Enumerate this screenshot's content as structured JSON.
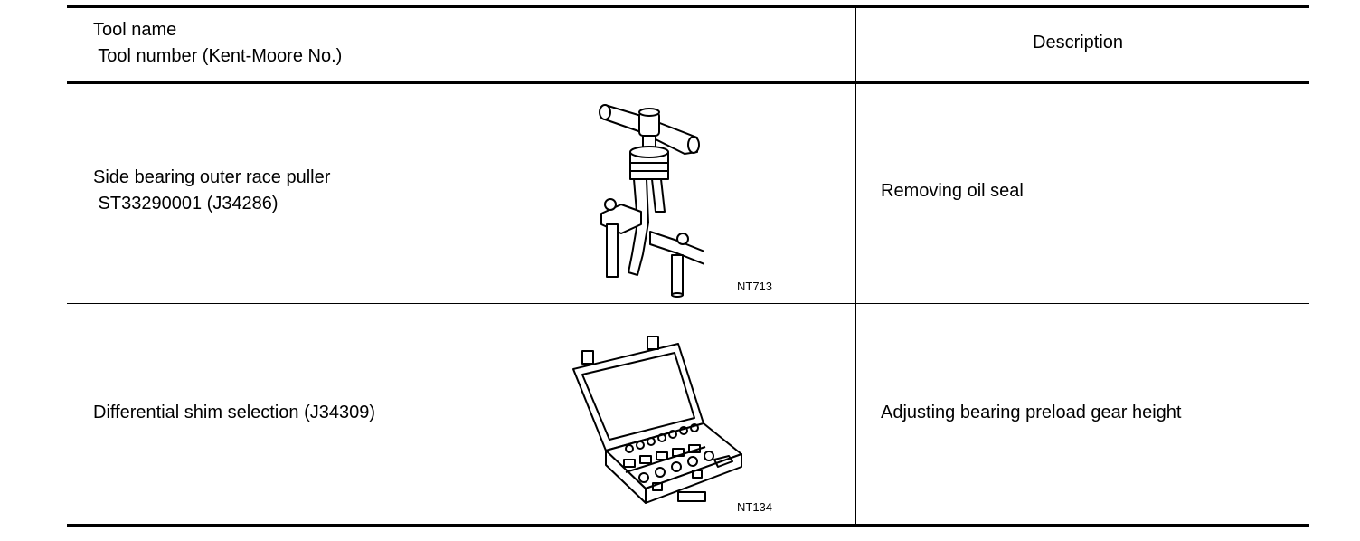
{
  "header": {
    "tool_name": "Tool name",
    "tool_number": " Tool number (Kent-Moore No.)",
    "description": "Description"
  },
  "rows": [
    {
      "tool_name": "Side bearing outer race puller",
      "tool_number": " ST33290001 (J34286)",
      "figure_code": "NT713",
      "figure_icon": "puller-tool-icon",
      "description": "Removing oil seal"
    },
    {
      "tool_name": "Differential shim selection (J34309)",
      "figure_code": "NT134",
      "figure_icon": "shim-selection-kit-icon",
      "description": "Adjusting bearing preload gear height"
    }
  ]
}
